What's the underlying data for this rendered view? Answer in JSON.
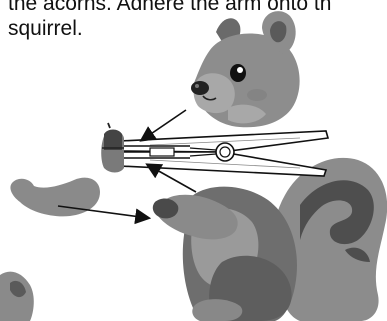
{
  "instructions": {
    "line1": "the acorns. Adhere the arm onto th",
    "line2": "squirrel."
  },
  "colors": {
    "fur_light": "#909090",
    "fur_mid": "#777777",
    "fur_dark": "#505050",
    "outline": "#111111",
    "clothespin": "#ffffff",
    "acorn_cap": "#444444",
    "acorn_body": "#7a7a7a"
  },
  "parts": {
    "head": "squirrel-head",
    "body": "squirrel-body",
    "arm": "squirrel-arm",
    "tail": "squirrel-tail",
    "clothespin": "clothespin",
    "acorn": "acorn"
  }
}
